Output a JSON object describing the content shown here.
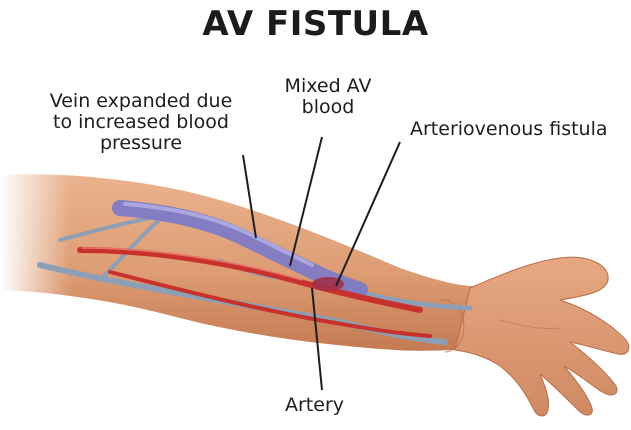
{
  "title": "AV FISTULA",
  "labels": {
    "vein": [
      "Vein expanded due",
      "to increased blood",
      "pressure"
    ],
    "mixed": [
      "Mixed AV",
      "blood"
    ],
    "fistula": "Arteriovenous fistula",
    "artery": "Artery"
  },
  "colors": {
    "skin": "#e2a27a",
    "skin_shadow": "#c7805a",
    "artery": "#c8312c",
    "vein_normal": "#8d9fb6",
    "vein_expanded": "#7d7ac8",
    "leader_line": "#1e1e1e"
  }
}
